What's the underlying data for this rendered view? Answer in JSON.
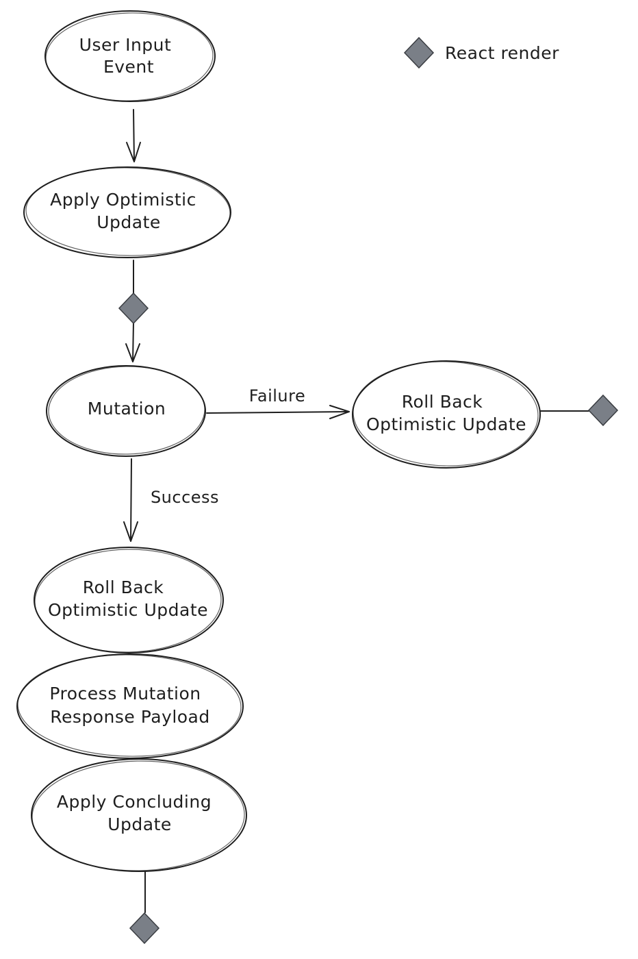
{
  "legend": {
    "label": "React render",
    "icon": "diamond-icon",
    "color": "#7a7f87"
  },
  "nodes": {
    "user_input": {
      "lines": [
        "User Input",
        "Event"
      ]
    },
    "apply_optimistic": {
      "lines": [
        "Apply Optimistic",
        "Update"
      ]
    },
    "mutation": {
      "lines": [
        "Mutation"
      ]
    },
    "rollback_failure": {
      "lines": [
        "Roll Back",
        "Optimistic Update"
      ]
    },
    "rollback_success": {
      "lines": [
        "Roll Back",
        "Optimistic Update"
      ]
    },
    "process_response": {
      "lines": [
        "Process Mutation",
        "Response Payload"
      ]
    },
    "apply_concluding": {
      "lines": [
        "Apply Concluding",
        "Update"
      ]
    }
  },
  "edges": {
    "failure_label": "Failure",
    "success_label": "Success"
  }
}
